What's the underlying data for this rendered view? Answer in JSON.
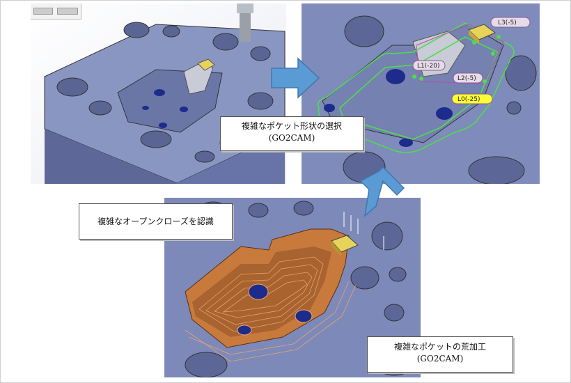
{
  "callouts": {
    "select_pocket": {
      "line1": "複雑なポケット形状の選択",
      "line2": "(GO2CAM)"
    },
    "open_close": {
      "line1": "複雑なオープンクローズを認識"
    },
    "rough_machining": {
      "line1": "複雑なポケットの荒加工",
      "line2": "(GO2CAM)"
    }
  },
  "depth_labels": [
    "L3(-5)",
    "L1(-20)",
    "L2(-5)",
    "L0(-25)"
  ],
  "colors": {
    "model_blue": "#7b87b5",
    "hole_blue": "#1c2b8c",
    "selection_green": "#4fdc4f",
    "toolpath_orange": "#d8823a",
    "arrow_blue": "#5b9bd5",
    "highlight_yellow": "#ffff33"
  }
}
